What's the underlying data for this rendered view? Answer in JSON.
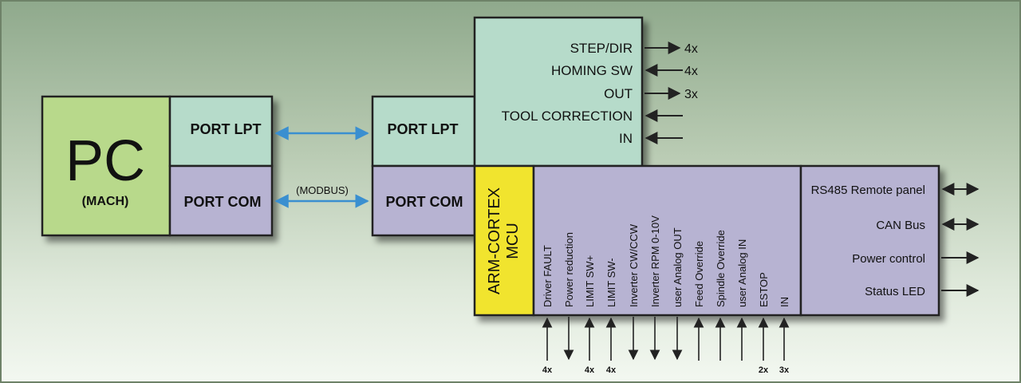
{
  "pc": {
    "label": "PC",
    "sublabel": "(MACH)"
  },
  "pc_ports": {
    "lpt": "PORT LPT",
    "com": "PORT COM"
  },
  "link": {
    "modbus": "(MODBUS)"
  },
  "ctrl_ports": {
    "lpt": "PORT LPT",
    "com": "PORT COM"
  },
  "io_block": {
    "rows": [
      {
        "label": "STEP/DIR",
        "direction": "out",
        "count": "4x"
      },
      {
        "label": "HOMING SW",
        "direction": "in",
        "count": "4x"
      },
      {
        "label": "OUT",
        "direction": "out",
        "count": "3x"
      },
      {
        "label": "TOOL CORRECTION",
        "direction": "in",
        "count": ""
      },
      {
        "label": "IN",
        "direction": "in",
        "count": ""
      }
    ]
  },
  "mcu": {
    "line1": "ARM-CORTEX",
    "line2": "MCU"
  },
  "signals": [
    {
      "label": "Driver FAULT",
      "direction": "in",
      "count": "4x"
    },
    {
      "label": "Power reduction",
      "direction": "out",
      "count": ""
    },
    {
      "label": "LIMIT SW+",
      "direction": "in",
      "count": "4x"
    },
    {
      "label": "LIMIT SW-",
      "direction": "in",
      "count": "4x"
    },
    {
      "label": "Inverter CW/CCW",
      "direction": "out",
      "count": ""
    },
    {
      "label": "Inverter RPM 0-10V",
      "direction": "out",
      "count": ""
    },
    {
      "label": "user Analog OUT",
      "direction": "out",
      "count": ""
    },
    {
      "label": "Feed Override",
      "direction": "in",
      "count": ""
    },
    {
      "label": "Spindle Override",
      "direction": "in",
      "count": ""
    },
    {
      "label": "user Analog IN",
      "direction": "in",
      "count": ""
    },
    {
      "label": "ESTOP",
      "direction": "in",
      "count": "2x"
    },
    {
      "label": "IN",
      "direction": "in",
      "count": "3x"
    }
  ],
  "right_block": {
    "items": [
      {
        "label": "RS485 Remote panel",
        "arrow": "bidirectional"
      },
      {
        "label": "CAN Bus",
        "arrow": "bidirectional"
      },
      {
        "label": "Power control",
        "arrow": "out"
      },
      {
        "label": "Status LED",
        "arrow": "out"
      }
    ]
  },
  "colors": {
    "pc": "#b8d98b",
    "lpt": "#b6dbca",
    "com": "#b7b3d2",
    "mcu": "#f1e42e",
    "bus_arrow": "#3a8fd0",
    "stroke": "#222222"
  }
}
